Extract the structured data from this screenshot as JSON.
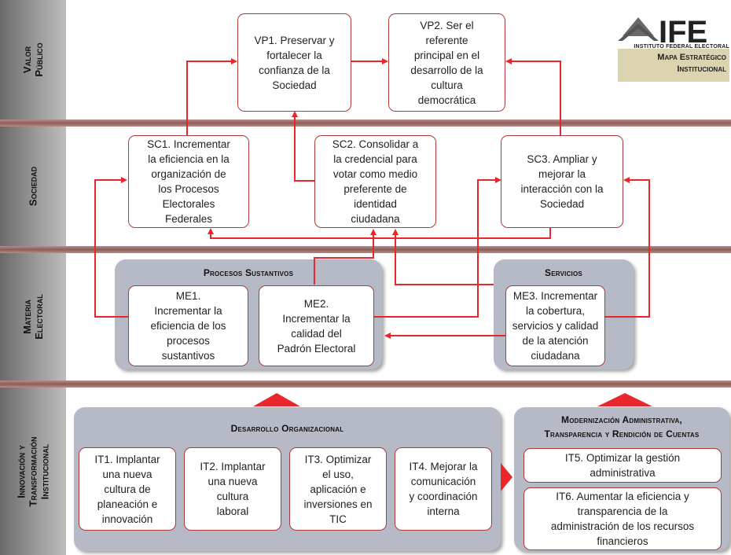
{
  "layers": {
    "valor_publico": "Valor\nPúblico",
    "sociedad": "Sociedad",
    "materia_electoral": "Materia\nElectoral",
    "innovacion": "Innovación y\nTransformación\nInstitucional"
  },
  "logo": {
    "brand": "IFE",
    "subtitle": "INSTITUTO FEDERAL ELECTORAL",
    "caption_line1": "Mapa Estratégico",
    "caption_line2": "Institucional"
  },
  "valor_publico": {
    "vp1": "VP1. Preservar y\nfortalecer la\nconfianza de la\nSociedad",
    "vp2": "VP2. Ser el\nreferente\nprincipal en el\ndesarrollo de la\ncultura\ndemocrática"
  },
  "sociedad": {
    "sc1": "SC1. Incrementar\nla eficiencia  en la\norganización de\nlos Procesos\nElectorales\nFederales",
    "sc2": "SC2. Consolidar a\nla credencial  para\nvotar como medio\npreferente de\nidentidad\nciudadana",
    "sc3": "SC3. Ampliar y\nmejorar la\ninteracción con la\nSociedad"
  },
  "materia_electoral": {
    "procesos_title": "Procesos Sustantivos",
    "servicios_title": "Servicios",
    "me1": "ME1.\nIncrementar la\neficiencia de los\nprocesos\nsustantivos",
    "me2": "ME2.\nIncrementar la\ncalidad del\nPadrón Electoral",
    "me3": "ME3. Incrementar\nla cobertura,\nservicios y calidad\nde la atención\nciudadana"
  },
  "innovacion": {
    "desarrollo_title": "Desarrollo Organizacional",
    "modernizacion_title_1": "Modernización Administrativa,",
    "modernizacion_title_2": "Transparencia y Rendición de Cuentas",
    "it1": "IT1. Implantar\nuna nueva\ncultura de\nplaneación e\ninnovación",
    "it2": "IT2. Implantar\nuna nueva\ncultura\nlaboral",
    "it3": "IT3. Optimizar\nel uso,\naplicación e\ninversiones en\nTIC",
    "it4": "IT4. Mejorar la\ncomunicación\ny coordinación\ninterna",
    "it5": "IT5. Optimizar la gestión\nadministrativa",
    "it6": "IT6. Aumentar la eficiencia  y\ntransparencia de la\nadministración de los recursos\nfinancieros"
  },
  "colors": {
    "arrow": "#e8262b",
    "box_border": "#b03a3a",
    "panel": "#b6b9c6",
    "separator": "#8a5d58",
    "logo_caption_bg": "#dcd3b0"
  }
}
